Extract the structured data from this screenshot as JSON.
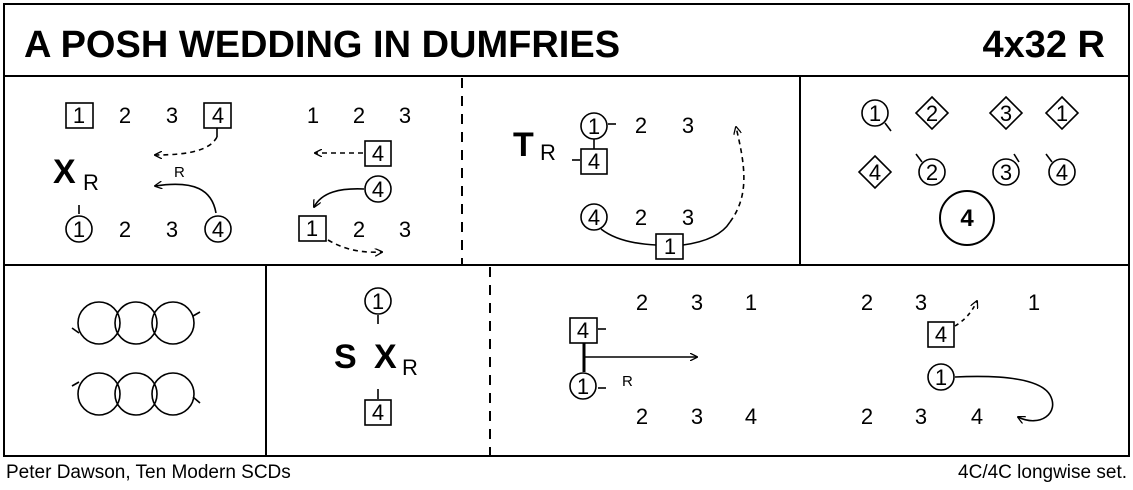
{
  "title": "A POSH WEDDING IN DUMFRIES",
  "dance_type": "4x32 R",
  "footer_left": "Peter Dawson, Ten Modern SCDs",
  "footer_right": "4C/4C longwise set.",
  "labels": {
    "x": "X",
    "r": "R",
    "t": "T",
    "s": "S",
    "n1": "1",
    "n2": "2",
    "n3": "3",
    "n4": "4"
  }
}
